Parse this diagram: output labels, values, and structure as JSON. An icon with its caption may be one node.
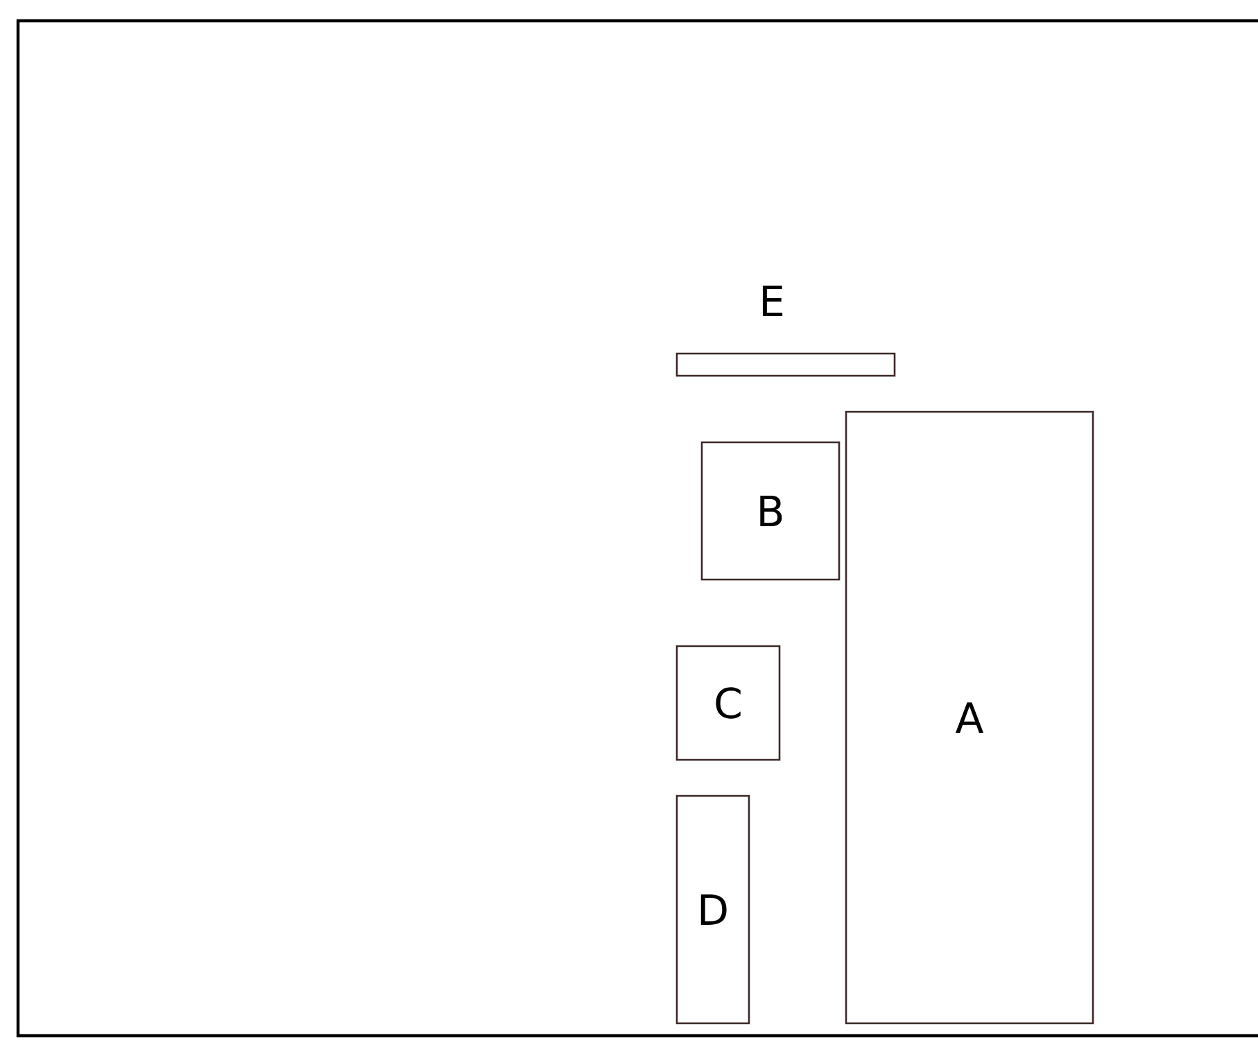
{
  "diagram": {
    "nodes": [
      {
        "text": [
          "E"
        ]
      },
      {
        "text": [
          "B"
        ]
      },
      {
        "text": [
          "A"
        ]
      },
      {
        "text": [
          "C"
        ]
      },
      {
        "text": [
          "D"
        ]
      }
    ]
  }
}
